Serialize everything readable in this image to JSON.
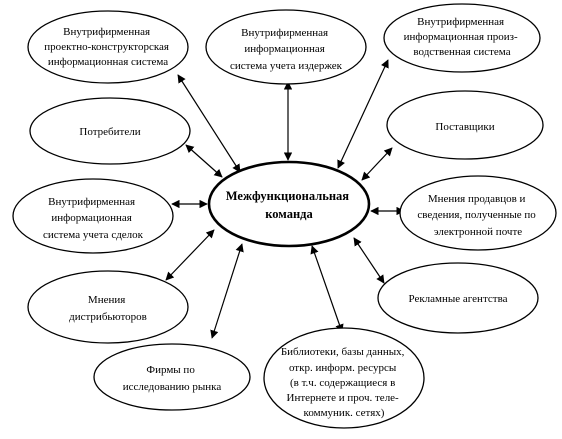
{
  "center": {
    "lines": [
      "Межфункциональная",
      "команда"
    ]
  },
  "nodes": [
    {
      "id": "design-system",
      "lines": [
        "Внутрифирменная",
        "проектно-конструкторская",
        "информационная система"
      ]
    },
    {
      "id": "cost-system",
      "lines": [
        "Внутрифирменная",
        "информационная",
        "система учета издержек"
      ]
    },
    {
      "id": "production-system",
      "lines": [
        "Внутрифирменная",
        "информационная произ-",
        "водственная система"
      ]
    },
    {
      "id": "consumers",
      "lines": [
        "Потребители"
      ]
    },
    {
      "id": "suppliers",
      "lines": [
        "Поставщики"
      ]
    },
    {
      "id": "deals-system",
      "lines": [
        "Внутрифирменная",
        "информационная",
        "система учета сделок"
      ]
    },
    {
      "id": "sales-opinions",
      "lines": [
        "Мнения продавцов и",
        "сведения, полученные по",
        "электронной почте"
      ]
    },
    {
      "id": "distributors",
      "lines": [
        "Мнения",
        "дистрибьюторов"
      ]
    },
    {
      "id": "ad-agencies",
      "lines": [
        "Рекламные агентства"
      ]
    },
    {
      "id": "research-firms",
      "lines": [
        "Фирмы по",
        "исследованию рынка"
      ]
    },
    {
      "id": "libraries",
      "lines": [
        "Библиотеки, базы данных,",
        "откр. информ. ресурсы",
        "(в т.ч. содержащиеся в",
        "Интернете и проч. теле-",
        "коммуник. сетях)"
      ]
    }
  ]
}
